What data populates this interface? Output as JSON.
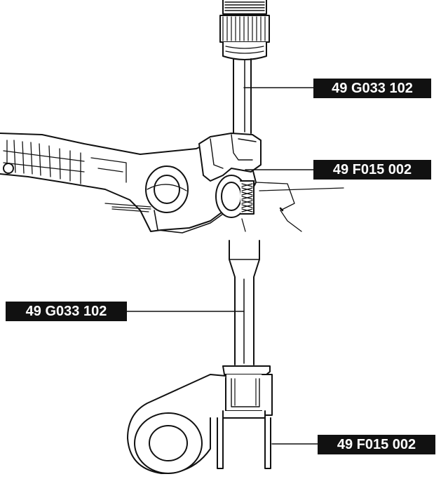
{
  "callouts": {
    "top_shaft_label": "49 G033 102",
    "top_bracket_label": "49 F015 002",
    "bottom_shaft_label": "49 G033 102",
    "bottom_bracket_label": "49 F015 002"
  }
}
